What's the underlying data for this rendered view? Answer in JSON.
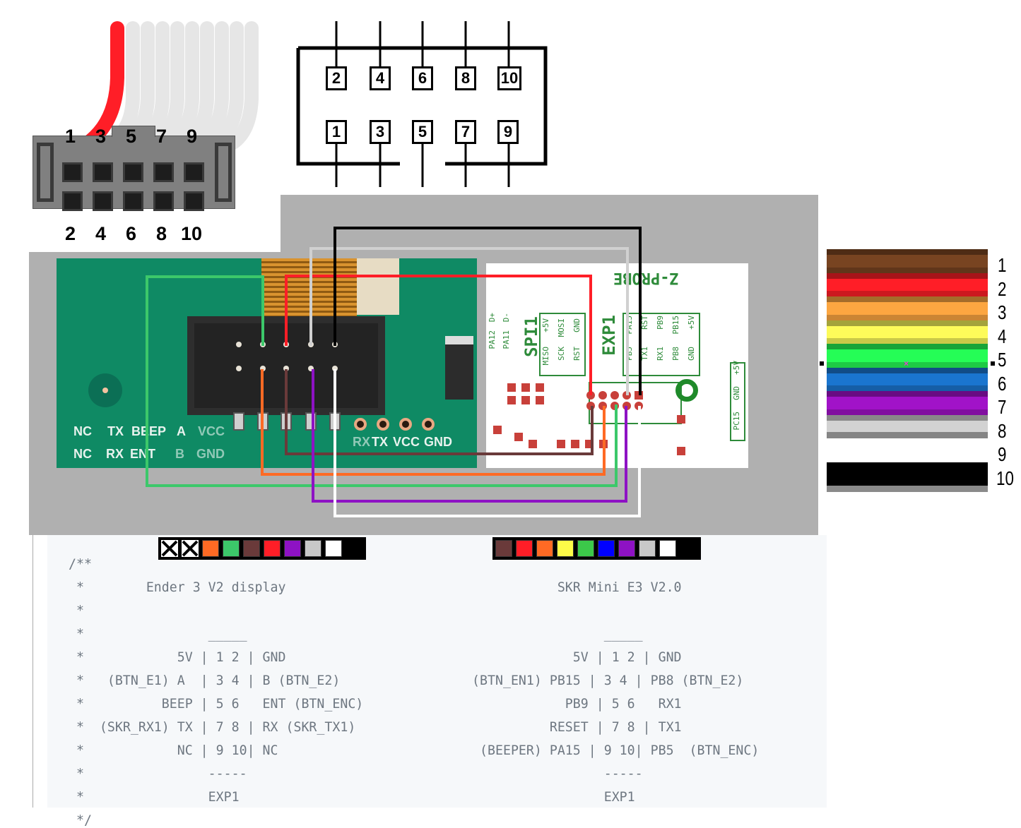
{
  "idc_connector": {
    "top_labels": [
      "1",
      "3",
      "5",
      "7",
      "9"
    ],
    "bottom_labels": [
      "2",
      "4",
      "6",
      "8",
      "10"
    ],
    "pin1_wire_color": "#ff1e27"
  },
  "header_schematic": {
    "top_row": [
      "2",
      "4",
      "6",
      "8",
      "10"
    ],
    "bottom_row": [
      "1",
      "3",
      "5",
      "7",
      "9"
    ]
  },
  "display_board": {
    "silkscreen_row1": [
      "NC",
      "TX",
      "BEEP",
      "A",
      "VCC"
    ],
    "silkscreen_row2": [
      "NC",
      "RX",
      "ENT",
      "B",
      "GND"
    ],
    "uart_labels": [
      "RX",
      "TX",
      "VCC",
      "GND"
    ]
  },
  "skr_board": {
    "labels": {
      "zprobe": "Z-PROBE",
      "spi": "SPI1",
      "exp": "EXP1",
      "spi_pins_top": [
        "+5V",
        "MOSI",
        "GND"
      ],
      "spi_pins_bottom": [
        "MISO",
        "SCK",
        "RST"
      ],
      "exp_pins_top": [
        "PA15",
        "RST",
        "PB9",
        "PB15",
        "+5V"
      ],
      "exp_pins_bottom": [
        "PB5",
        "TX1",
        "RX1",
        "PB8",
        "GND"
      ],
      "side": [
        "PC15",
        "GND",
        "+5V"
      ],
      "left": [
        "PA12",
        "PA11",
        "D+",
        "D-"
      ]
    }
  },
  "wires": [
    {
      "name": "green",
      "color": "#3cc86a"
    },
    {
      "name": "red",
      "color": "#ff1e27"
    },
    {
      "name": "light-gray",
      "color": "#d0d0d0"
    },
    {
      "name": "black",
      "color": "#000000"
    },
    {
      "name": "orange",
      "color": "#ff6a24"
    },
    {
      "name": "brown",
      "color": "#6a3a3a"
    },
    {
      "name": "purple",
      "color": "#8e12c4"
    },
    {
      "name": "white",
      "color": "#ffffff"
    }
  ],
  "ribbon_legend": {
    "labels": [
      "1",
      "2",
      "3",
      "4",
      "5",
      "6",
      "7",
      "8",
      "9",
      "10"
    ],
    "colors": [
      "#784421",
      "#ff1e27",
      "#fca641",
      "#fdfb5a",
      "#25fd56",
      "#1a75cf",
      "#a113c8",
      "#d2d2d2",
      "#ffffff",
      "#000000"
    ]
  },
  "code_block": {
    "left_swatches": [
      "x",
      "x",
      "#ff6a24",
      "#3cc86a",
      "#6a3a3a",
      "#ff1e27",
      "#8e12c4",
      "#c8c8c8",
      "#ffffff",
      "#000000"
    ],
    "right_swatches": [
      "#6a3a3a",
      "#ff1e27",
      "#ff6a24",
      "#fdfb48",
      "#3cc84a",
      "#0000ff",
      "#8e12c4",
      "#c8c8c8",
      "#ffffff",
      "#000000"
    ],
    "lines": [
      "/**",
      " *        Ender 3 V2 display                                   SKR Mini E3 V2.0",
      " *",
      " *                _____                                              _____",
      " *            5V | 1 2 | GND                                     5V | 1 2 | GND",
      " *   (BTN_E1) A  | 3 4 | B (BTN_E2)                 (BTN_EN1) PB15 | 3 4 | PB8 (BTN_E2)",
      " *          BEEP | 5 6   ENT (BTN_ENC)                          PB9 | 5 6   RX1",
      " *  (SKR_RX1) TX | 7 8 | RX (SKR_TX1)                         RESET | 7 8 | TX1",
      " *            NC | 9 10| NC                          (BEEPER) PA15 | 9 10| PB5  (BTN_ENC)",
      " *                -----                                              -----",
      " *                EXP1                                               EXP1",
      " */"
    ]
  }
}
